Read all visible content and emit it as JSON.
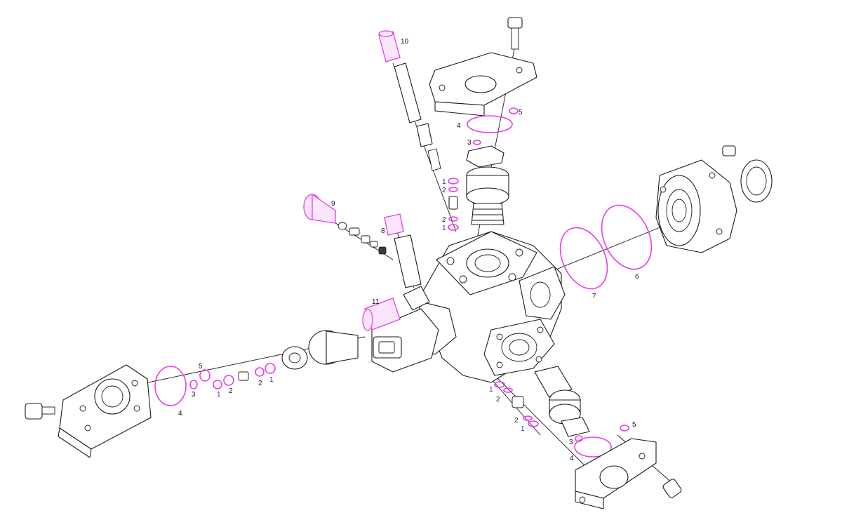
{
  "colors": {
    "seal": "#e83ce8",
    "seal_fill": "#fbe6fb",
    "outline": "#1a1a1a",
    "callout_black": "#111111",
    "callout_blue": "#2a2ab8"
  },
  "callouts": [
    {
      "id": "c10",
      "text": "10",
      "color": "black"
    },
    {
      "id": "c5_top",
      "text": "5",
      "color": "black"
    },
    {
      "id": "c4_top",
      "text": "4",
      "color": "black"
    },
    {
      "id": "c3_top",
      "text": "3",
      "color": "black"
    },
    {
      "id": "c1_top_a",
      "text": "1",
      "color": "blue"
    },
    {
      "id": "c2_top_a",
      "text": "2",
      "color": "black"
    },
    {
      "id": "c2_top_b",
      "text": "2",
      "color": "black"
    },
    {
      "id": "c1_top_b",
      "text": "1",
      "color": "blue"
    },
    {
      "id": "c9",
      "text": "9",
      "color": "black"
    },
    {
      "id": "c8",
      "text": "8",
      "color": "black"
    },
    {
      "id": "c11",
      "text": "11",
      "color": "black"
    },
    {
      "id": "c7",
      "text": "7",
      "color": "black"
    },
    {
      "id": "c6",
      "text": "6",
      "color": "black"
    },
    {
      "id": "c5_left",
      "text": "5",
      "color": "black"
    },
    {
      "id": "c3_left",
      "text": "3",
      "color": "black"
    },
    {
      "id": "c4_left",
      "text": "4",
      "color": "black"
    },
    {
      "id": "c1_left_a",
      "text": "1",
      "color": "blue"
    },
    {
      "id": "c2_left_a",
      "text": "2",
      "color": "black"
    },
    {
      "id": "c2_left_b",
      "text": "2",
      "color": "black"
    },
    {
      "id": "c1_left_b",
      "text": "1",
      "color": "blue"
    },
    {
      "id": "c1_bot_a",
      "text": "1",
      "color": "blue"
    },
    {
      "id": "c2_bot_a",
      "text": "2",
      "color": "black"
    },
    {
      "id": "c2_bot_b",
      "text": "2",
      "color": "black"
    },
    {
      "id": "c1_bot_b",
      "text": "1",
      "color": "blue"
    },
    {
      "id": "c3_bot",
      "text": "3",
      "color": "black"
    },
    {
      "id": "c4_bot",
      "text": "4",
      "color": "black"
    },
    {
      "id": "c5_bot",
      "text": "5",
      "color": "black"
    }
  ]
}
